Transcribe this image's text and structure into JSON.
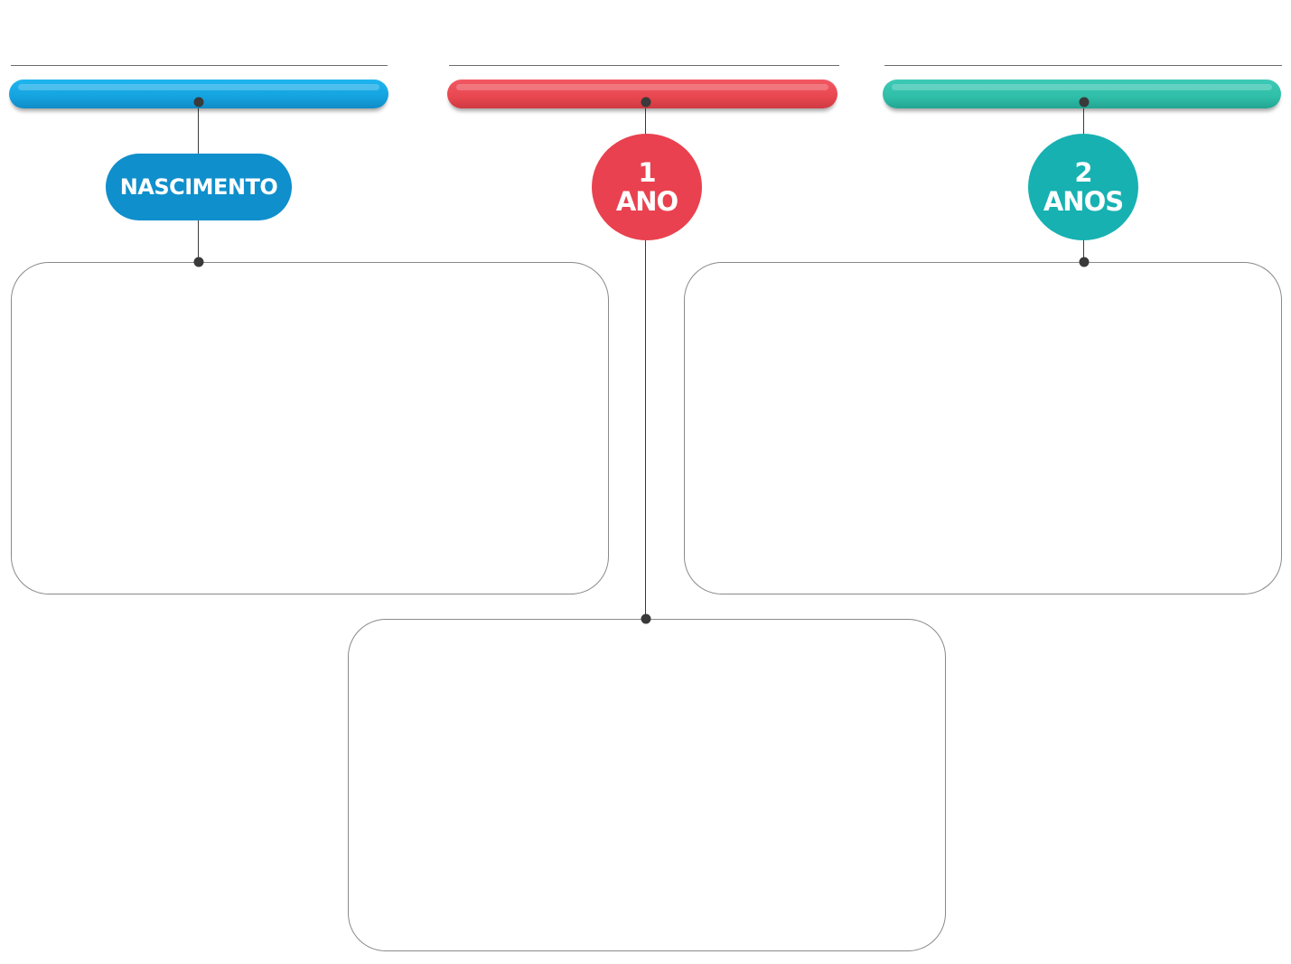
{
  "timeline": {
    "stages": [
      {
        "label": "NASCIMENTO",
        "color": "#0f8fcb",
        "bar_color": "#14a2df"
      },
      {
        "label_line1": "1",
        "label_line2": "ANO",
        "color": "#e9414f",
        "bar_color": "#e8474f"
      },
      {
        "label_line1": "2",
        "label_line2": "ANOS",
        "color": "#17b1b2",
        "bar_color": "#2fbea8"
      }
    ]
  }
}
